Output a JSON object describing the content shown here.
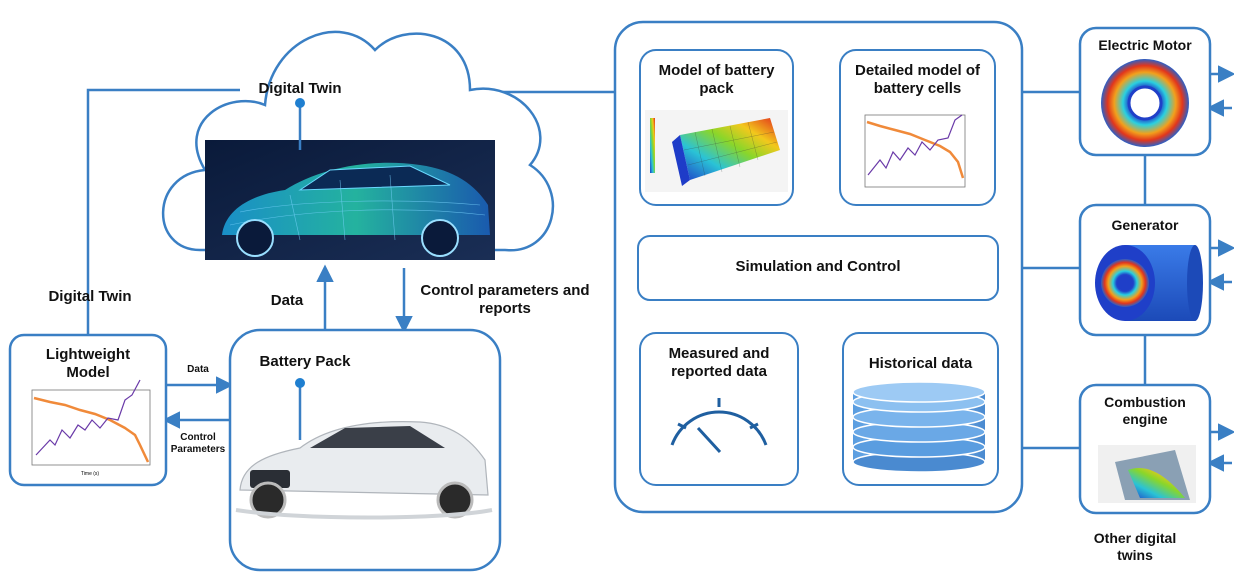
{
  "title": "",
  "nodes": {
    "cloud": {
      "label": "Digital Twin"
    },
    "lightweight_model": {
      "label": "Lightweight Model"
    },
    "battery_pack": {
      "label": "Battery Pack"
    },
    "model_battery_pack": {
      "label": "Model of battery pack"
    },
    "detailed_cells": {
      "label": "Detailed model of battery cells"
    },
    "simulation": {
      "label": "Simulation and Control"
    },
    "measured": {
      "label": "Measured and reported data"
    },
    "historical": {
      "label": "Historical data"
    },
    "electric_motor": {
      "label": "Electric Motor"
    },
    "generator": {
      "label": "Generator"
    },
    "combustion": {
      "label": "Combustion engine"
    }
  },
  "edge_labels": {
    "digital_twin_left": "Digital Twin",
    "data_up": "Data",
    "control_down": "Control parameters and reports",
    "data_small": "Data",
    "control_small": "Control Parameters",
    "other_twins": "Other digital twins"
  },
  "colors": {
    "line": "#3a7fc4",
    "dark_blue": "#1f5fa0",
    "orange": "#f08a3a",
    "purple": "#6a3aa8"
  }
}
